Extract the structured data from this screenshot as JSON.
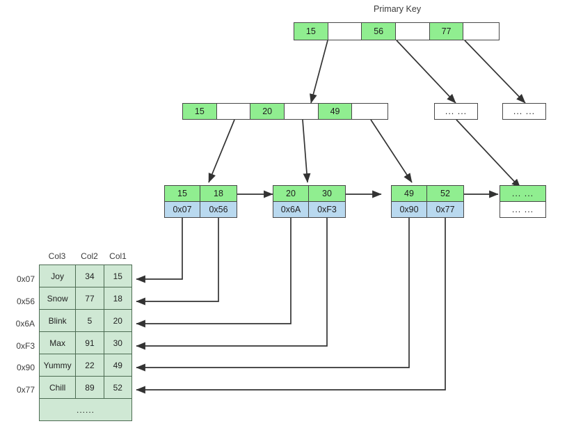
{
  "diagram": {
    "title": "Primary Key",
    "colors": {
      "key_green": "#90ee90",
      "pointer_blue": "#b9d9ef",
      "table_green": "#cfe8d4",
      "border": "#474747",
      "table_border": "#4c6b52",
      "arrow": "#333333"
    },
    "ellipsis": "...  ..."
  },
  "root_node": {
    "name": "root-node",
    "cells": [
      {
        "label": "15",
        "type": "key"
      },
      {
        "label": "",
        "type": "pointer"
      },
      {
        "label": "56",
        "type": "key"
      },
      {
        "label": "",
        "type": "pointer"
      },
      {
        "label": "77",
        "type": "key"
      },
      {
        "label": "",
        "type": "pointer"
      }
    ]
  },
  "internal_nodes": [
    {
      "name": "internal-node-1",
      "cells": [
        {
          "label": "15",
          "type": "key"
        },
        {
          "label": "",
          "type": "pointer"
        },
        {
          "label": "20",
          "type": "key"
        },
        {
          "label": "",
          "type": "pointer"
        },
        {
          "label": "49",
          "type": "key"
        },
        {
          "label": "",
          "type": "pointer"
        }
      ]
    },
    {
      "name": "internal-node-2",
      "cells": [
        {
          "label": "...  ...",
          "type": "ellipsis"
        }
      ]
    },
    {
      "name": "internal-node-3",
      "cells": [
        {
          "label": "...  ...",
          "type": "ellipsis"
        }
      ]
    }
  ],
  "leaf_nodes": [
    {
      "name": "leaf-node-1",
      "keys": [
        "15",
        "18"
      ],
      "pointers": [
        "0x07",
        "0x56"
      ]
    },
    {
      "name": "leaf-node-2",
      "keys": [
        "20",
        "30"
      ],
      "pointers": [
        "0x6A",
        "0xF3"
      ]
    },
    {
      "name": "leaf-node-3",
      "keys": [
        "49",
        "52"
      ],
      "pointers": [
        "0x90",
        "0x77"
      ]
    },
    {
      "name": "leaf-node-4",
      "keys": [
        "...  ..."
      ],
      "pointers": [
        "...  ..."
      ]
    }
  ],
  "data_table": {
    "name": "row-data-table",
    "columns": [
      "Col3",
      "Col2",
      "Col1"
    ],
    "row_labels": [
      "0x07",
      "0x56",
      "0x6A",
      "0xF3",
      "0x90",
      "0x77"
    ],
    "rows": [
      [
        "Joy",
        "34",
        "15"
      ],
      [
        "Snow",
        "77",
        "18"
      ],
      [
        "Blink",
        "5",
        "20"
      ],
      [
        "Max",
        "91",
        "30"
      ],
      [
        "Yummy",
        "22",
        "49"
      ],
      [
        "Chill",
        "89",
        "52"
      ]
    ],
    "footer": "......"
  }
}
